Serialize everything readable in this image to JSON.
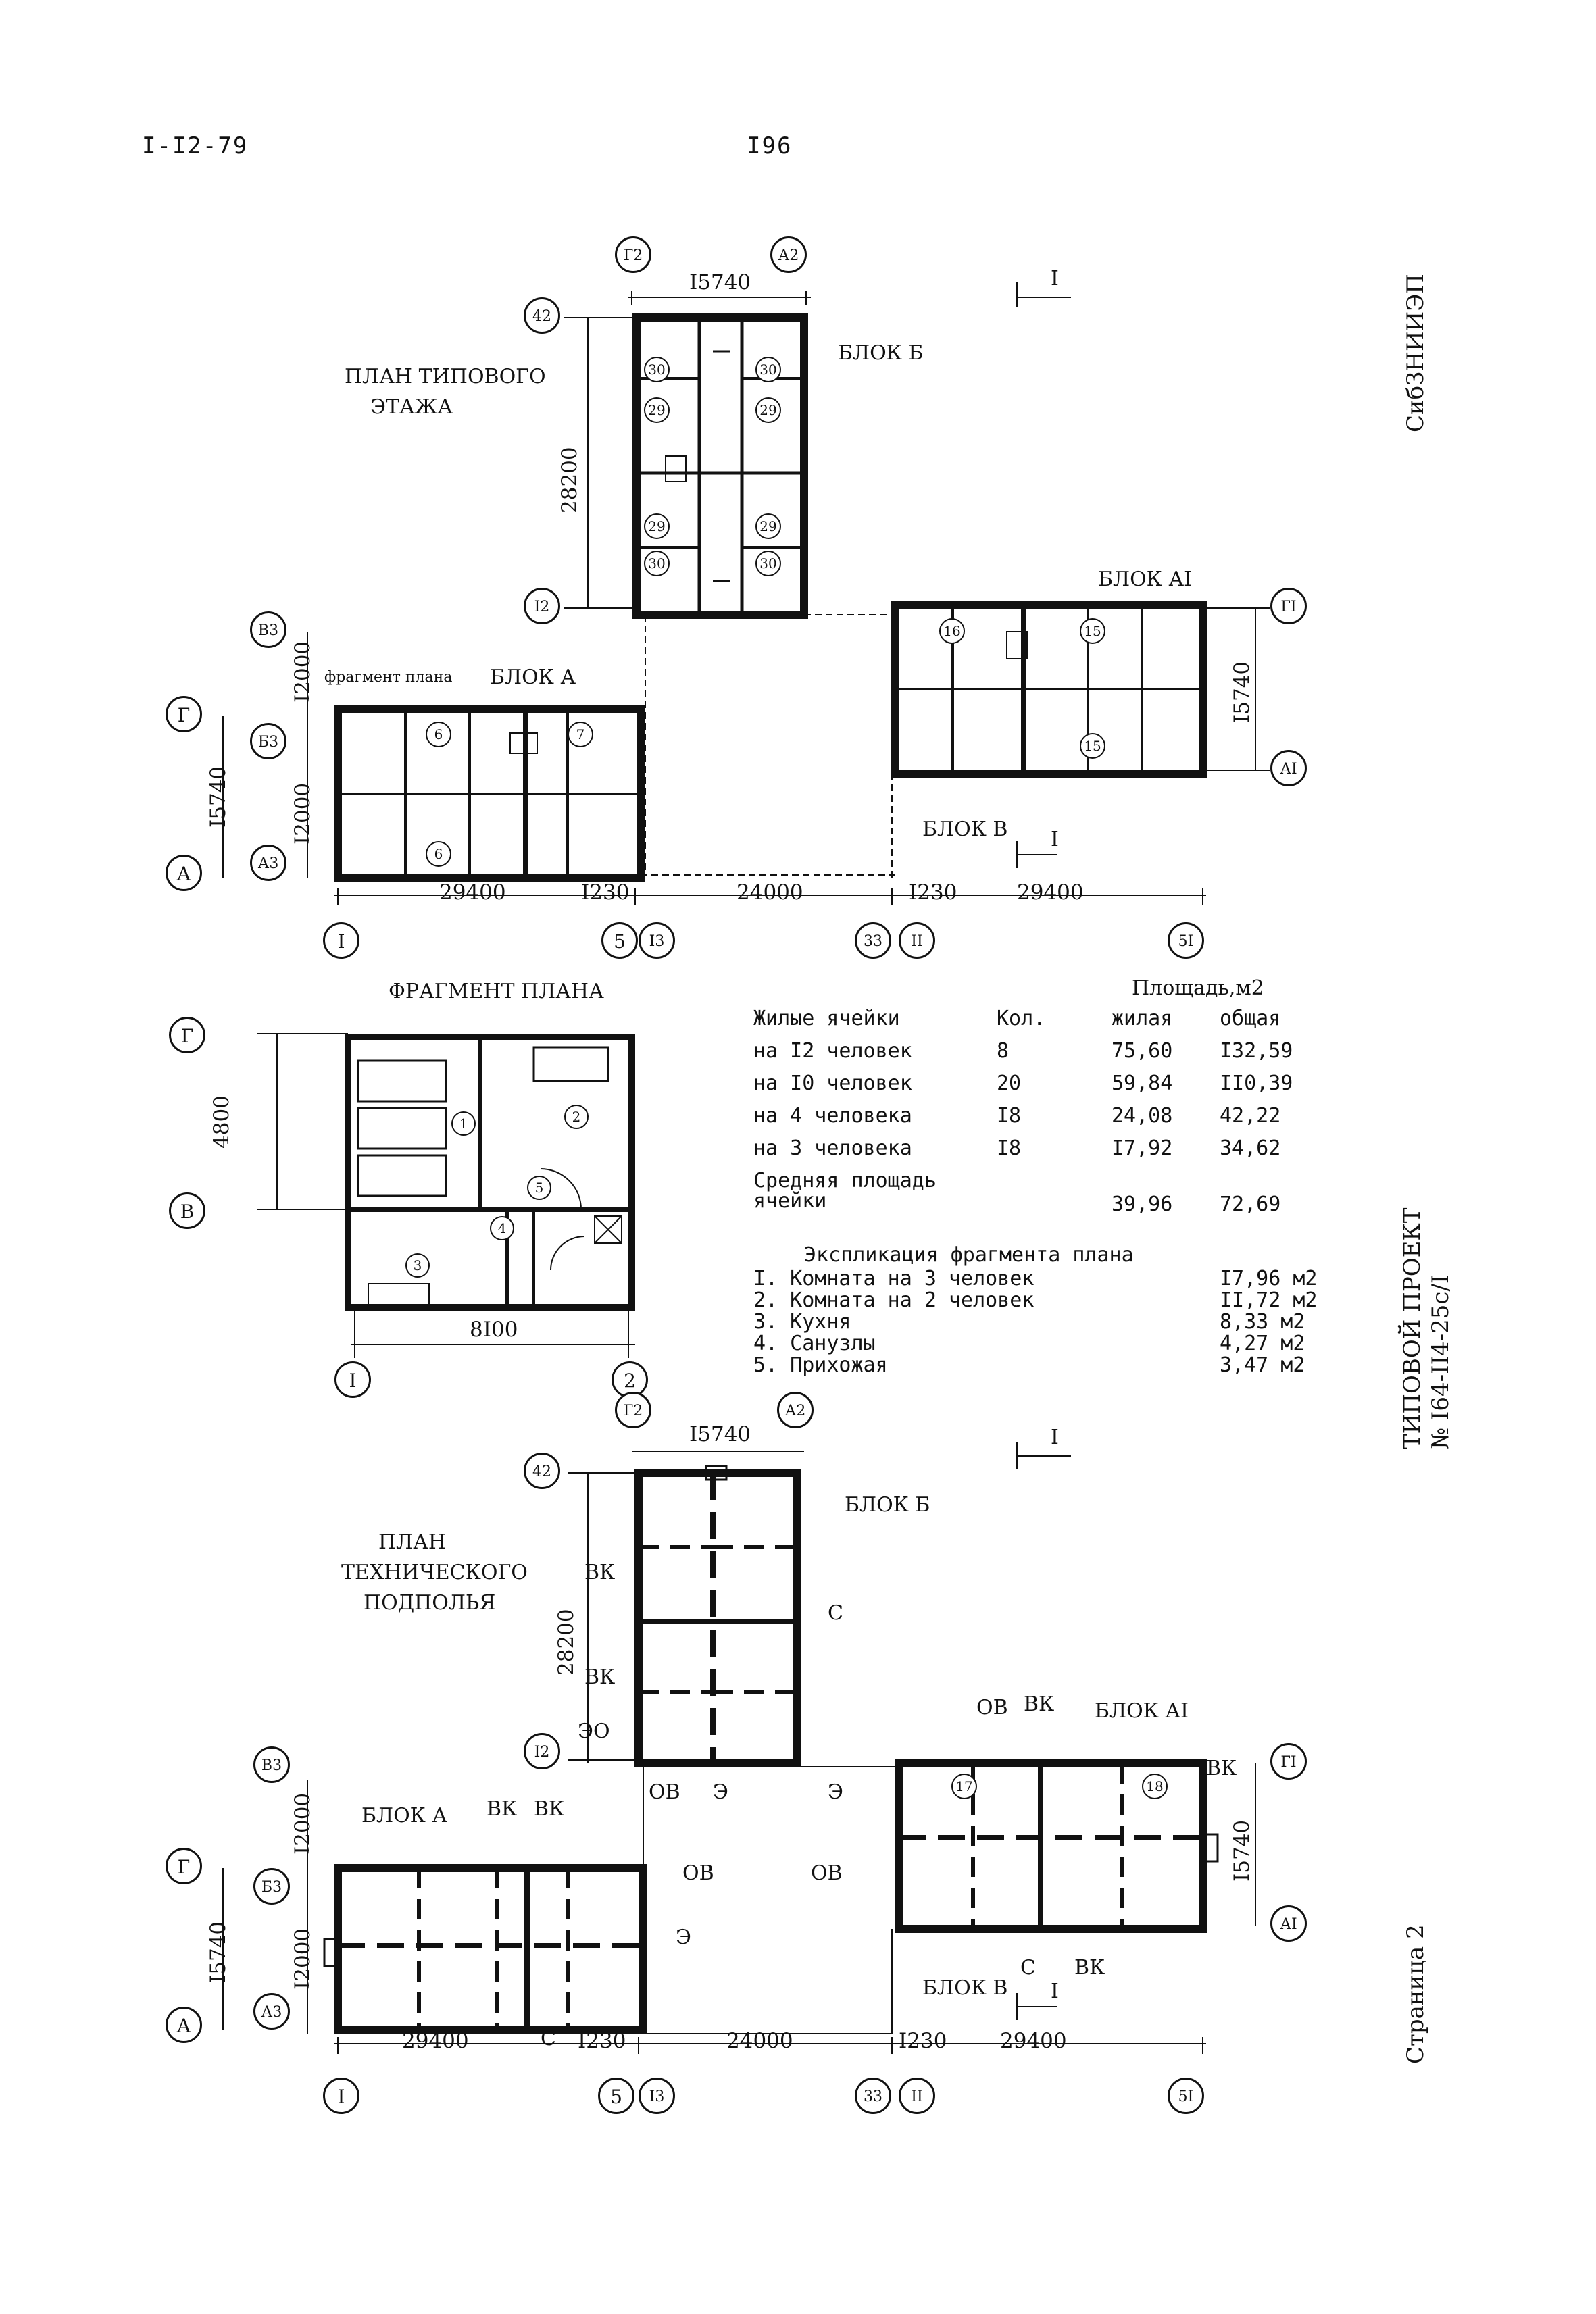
{
  "header": {
    "doc_code": "I-I2-79",
    "page_number": "I96"
  },
  "side": {
    "org": "СибЗНИИЭП",
    "project_line1": "ТИПОВОЙ ПРОЕКТ",
    "project_line2": "№ I64-II4-25с/I",
    "page_label": "Страница 2"
  },
  "typical_floor": {
    "title_line1": "ПЛАН ТИПОВОГО",
    "title_line2": "ЭТАЖА",
    "block_b": "БЛОК Б",
    "block_a1": "БЛОК АI",
    "block_a": "БЛОК А",
    "block_v": "БЛОК В",
    "fragment_note": "фрагмент плана",
    "dims": {
      "top": "I5740",
      "left_b": "28200",
      "left_a_upper": "I2000",
      "left_a_lower": "I2000",
      "left_a_outer": "I5740",
      "right_a1": "I5740",
      "bottom": [
        "29400",
        "I230",
        "24000",
        "I230",
        "29400"
      ]
    },
    "section_mark": "I",
    "axes": [
      "Г2",
      "А2",
      "42",
      "I2",
      "В3",
      "Г",
      "Б3",
      "А",
      "А3",
      "I",
      "5",
      "I3",
      "33",
      "II",
      "5I",
      "ГI",
      "АI"
    ],
    "room_marks": [
      "30",
      "29",
      "30",
      "29",
      "29",
      "30",
      "29",
      "30",
      "6",
      "6",
      "7",
      "16",
      "15",
      "15"
    ]
  },
  "fragment": {
    "title": "ФРАГМЕНТ ПЛАНА",
    "dims": {
      "height": "4800",
      "width": "8I00"
    },
    "axes": [
      "Г",
      "В",
      "I",
      "2"
    ],
    "rooms": [
      "1",
      "2",
      "3",
      "4",
      "5"
    ]
  },
  "areas_table": {
    "caption": "Площадь,м2",
    "headers": [
      "Жилые ячейки",
      "Кол.",
      "жилая",
      "общая"
    ],
    "rows": [
      [
        "на I2 человек",
        "8",
        "75,60",
        "I32,59"
      ],
      [
        "на I0 человек",
        "20",
        "59,84",
        "II0,39"
      ],
      [
        "на  4 человека",
        "I8",
        "24,08",
        "42,22"
      ],
      [
        "на  3 человека",
        "I8",
        "I7,92",
        "34,62"
      ]
    ],
    "average_label_1": "Средняя площадь",
    "average_label_2": "ячейки",
    "average_living": "39,96",
    "average_total": "72,69"
  },
  "explication": {
    "title": "Экспликация фрагмента плана",
    "items": [
      {
        "name": "I. Комната на 3 человек",
        "area": "I7,96 м2"
      },
      {
        "name": "2. Комната на 2 человек",
        "area": "II,72 м2"
      },
      {
        "name": "3. Кухня",
        "area": "8,33 м2"
      },
      {
        "name": "4. Санузлы",
        "area": "4,27 м2"
      },
      {
        "name": "5. Прихожая",
        "area": "3,47 м2"
      }
    ]
  },
  "basement": {
    "title_line1": "ПЛАН",
    "title_line2": "ТЕХНИЧЕСКОГО",
    "title_line3": "ПОДПОЛЬЯ",
    "block_b": "БЛОК Б",
    "block_a1": "БЛОК АI",
    "block_a": "БЛОК А",
    "block_v": "БЛОК В",
    "marks": [
      "ВК",
      "ВК",
      "ЭО",
      "ОВ",
      "Э",
      "Э",
      "ОВ",
      "ОВ",
      "ВК",
      "ВК",
      "С",
      "ОВ",
      "ВК",
      "ВК",
      "С",
      "ВК",
      "С",
      "Э"
    ],
    "room_marks": [
      "17",
      "18"
    ],
    "dims": {
      "top": "I5740",
      "left_b": "28200",
      "left_a_upper": "I2000",
      "left_a_lower": "I2000",
      "left_a_outer": "I5740",
      "right_a1": "I5740",
      "bottom": [
        "29400",
        "I230",
        "24000",
        "I230",
        "29400"
      ]
    },
    "section_mark": "I"
  }
}
